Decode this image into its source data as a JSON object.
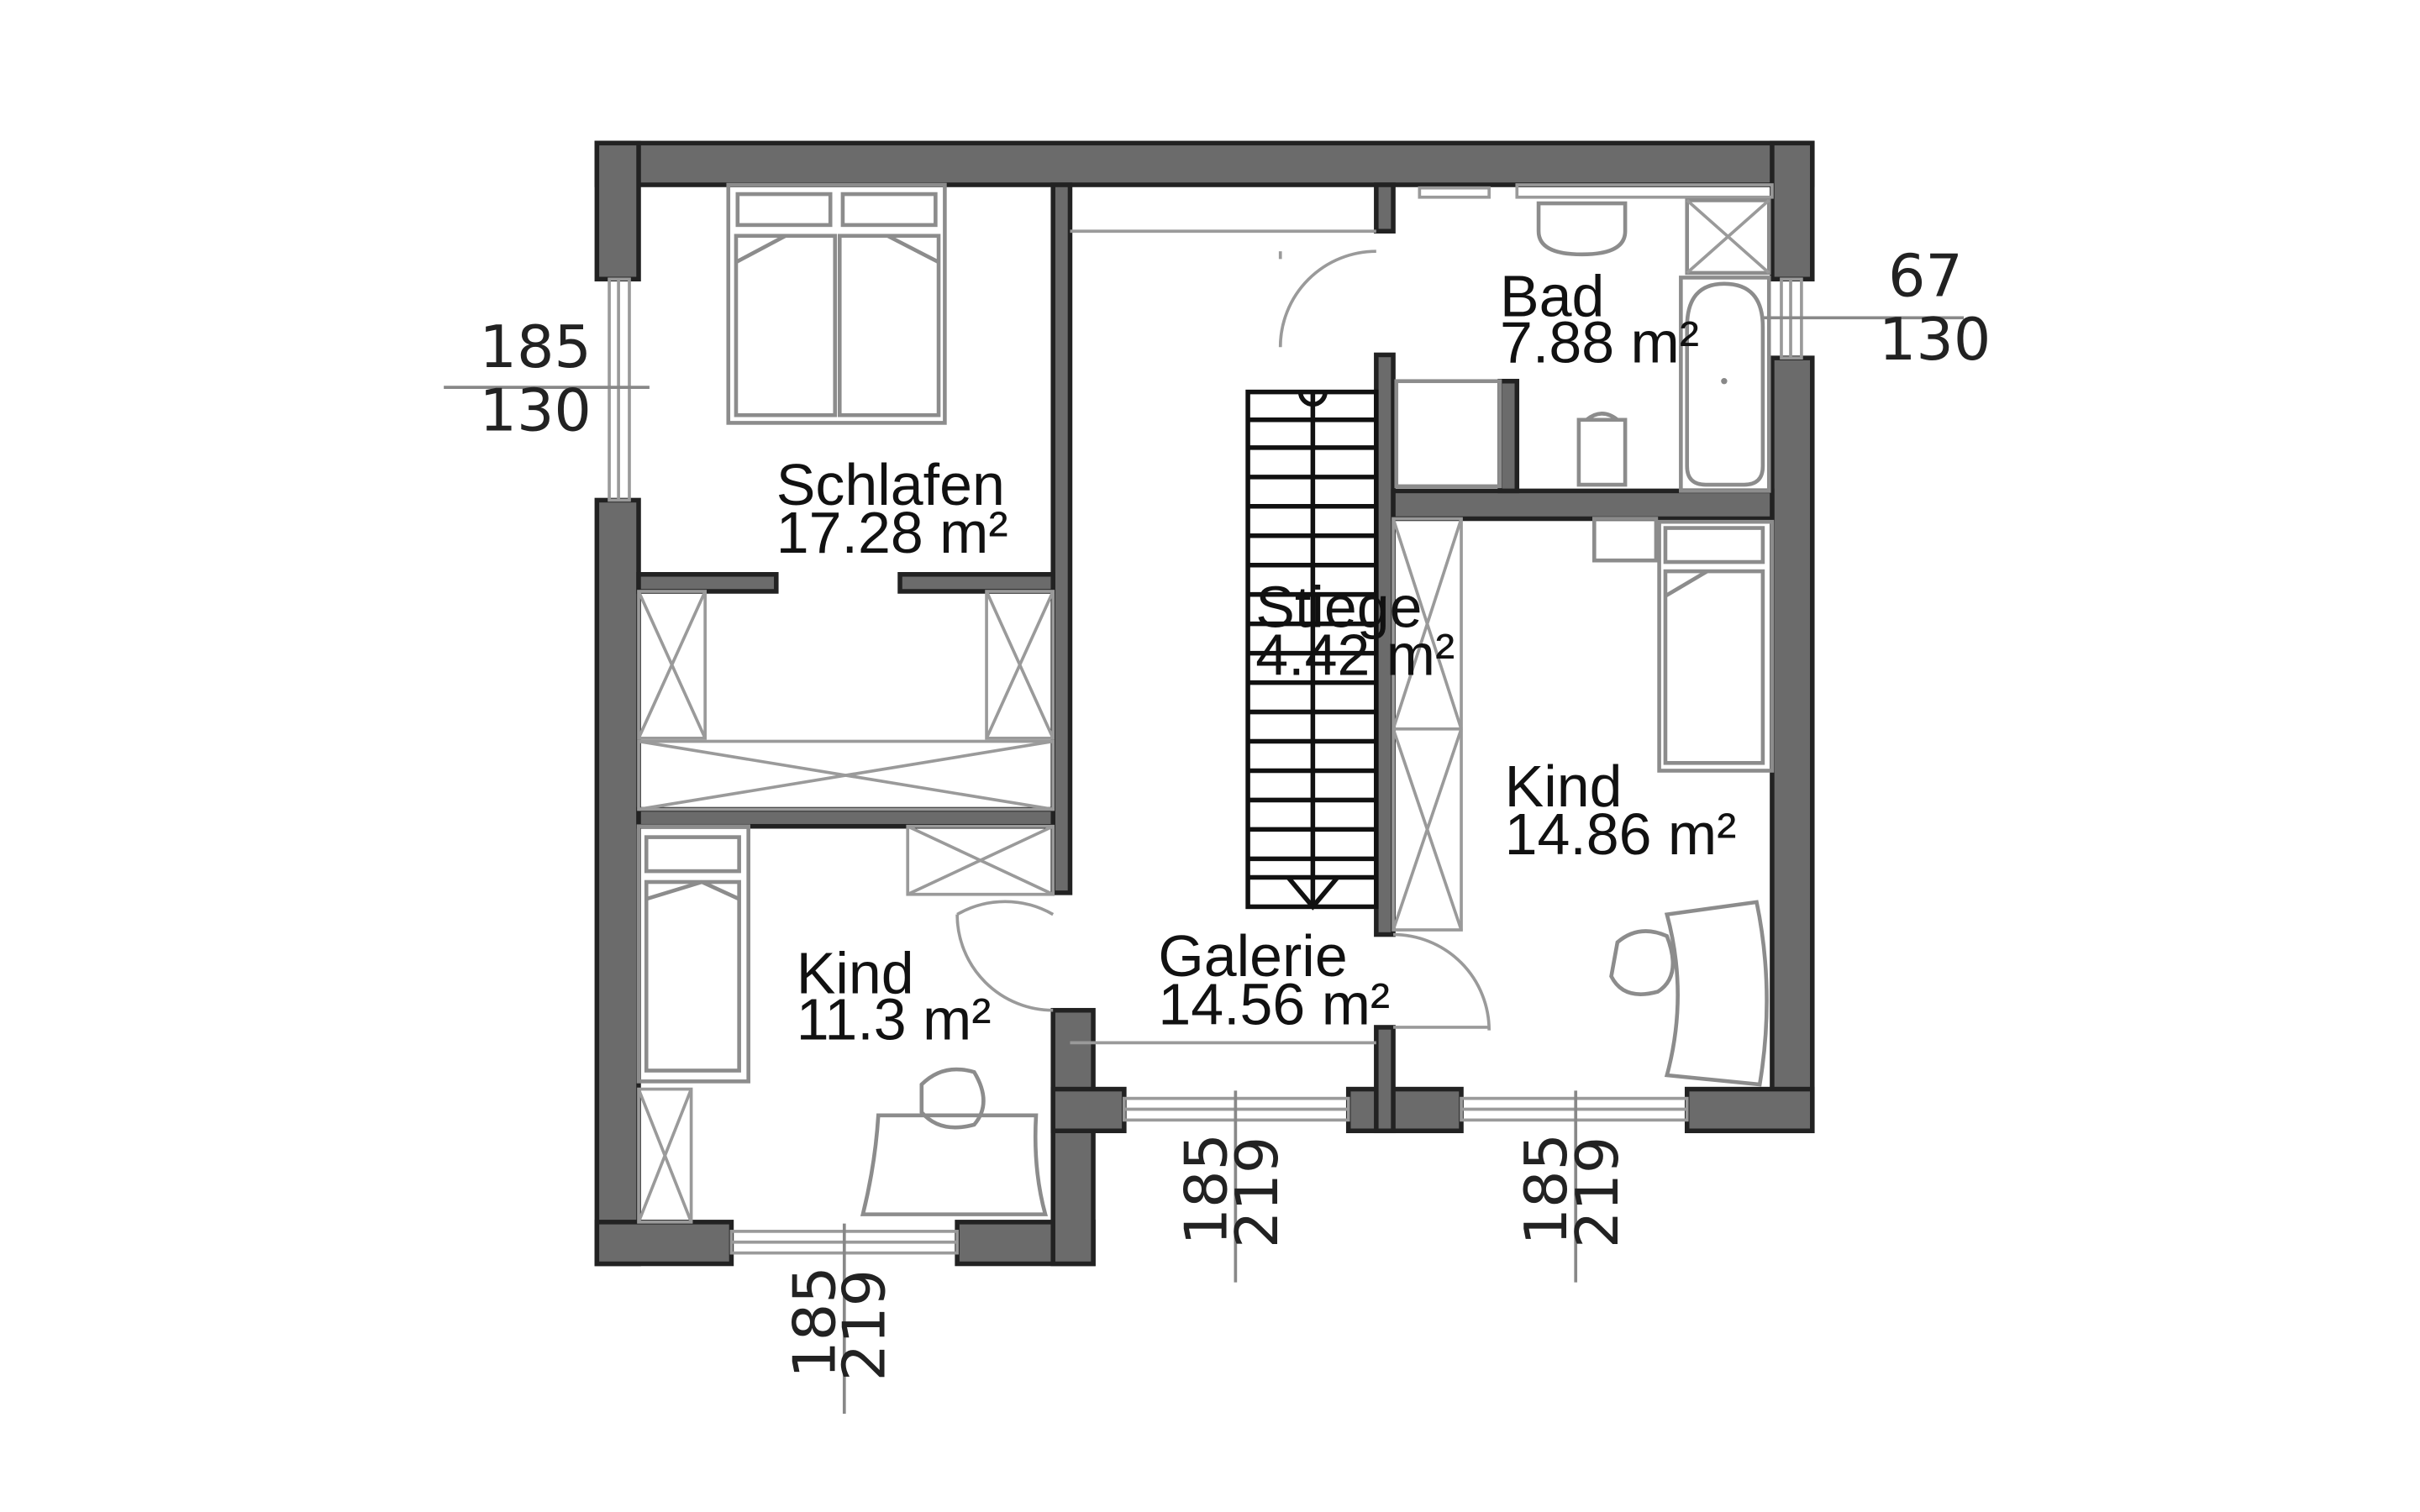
{
  "rooms": [
    {
      "id": "schlafen",
      "name": "Schlafen",
      "area": "17.28 m²"
    },
    {
      "id": "bad",
      "name": "Bad",
      "area": "7.88 m²"
    },
    {
      "id": "stiege",
      "name": "Stiege",
      "area": "4.42 m²"
    },
    {
      "id": "kind-right",
      "name": "Kind",
      "area": "14.86 m²"
    },
    {
      "id": "kind-left",
      "name": "Kind",
      "area": "11.3 m²"
    },
    {
      "id": "galerie",
      "name": "Galerie",
      "area": "14.56 m²"
    }
  ],
  "dimensions": {
    "window_left": {
      "top": "185",
      "bottom": "130"
    },
    "window_right": {
      "top": "67",
      "bottom": "130"
    },
    "window_bottom_left": {
      "a": "185",
      "b": "219"
    },
    "window_bottom_mid": {
      "a": "185",
      "b": "219"
    },
    "window_bottom_right": {
      "a": "185",
      "b": "219"
    }
  },
  "colors": {
    "wall": "#6b6b6b",
    "line": "#222222",
    "furniture": "#8c8c8c"
  }
}
